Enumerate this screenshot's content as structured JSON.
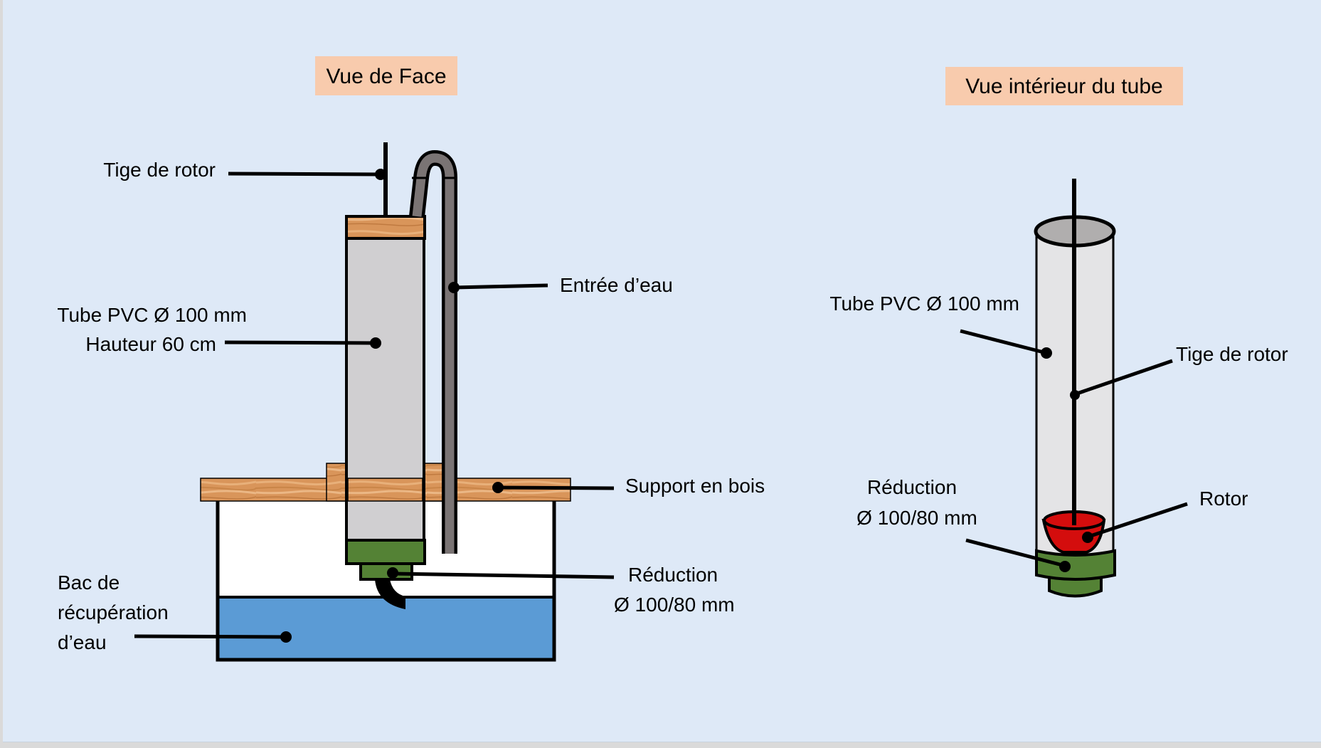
{
  "colors": {
    "background": "#dee9f7",
    "title_box": "#f8cbad",
    "pvc_tube": "#d0cfd1",
    "pvc_tube_light": "#e4e4e6",
    "tube_opening": "#b0aeae",
    "hose": "#7a7474",
    "wood": "#d9955a",
    "wood_light": "#e8b07a",
    "wood_dark": "#c07a40",
    "reducer": "#548235",
    "rotor": "#d40d0d",
    "water": "#5b9bd5",
    "basin": "#ffffff",
    "ink": "#000000"
  },
  "front_view": {
    "title": "Vue de Face",
    "labels": {
      "rotor_rod": "Tige de rotor",
      "water_inlet": "Entrée d’eau",
      "tube_line1": "Tube PVC  Ø 100 mm",
      "tube_line2": "Hauteur 60 cm",
      "wood_support": "Support en bois",
      "reducer_line1": "Réduction",
      "reducer_line2": "Ø 100/80 mm",
      "basin_line1": "Bac de",
      "basin_line2": "récupération",
      "basin_line3": "d’eau"
    }
  },
  "interior_view": {
    "title": "Vue intérieur du tube",
    "labels": {
      "tube": "Tube PVC  Ø 100 mm",
      "rotor_rod": "Tige de rotor",
      "reducer_line1": "Réduction",
      "reducer_line2": "Ø 100/80 mm",
      "rotor": "Rotor"
    }
  }
}
